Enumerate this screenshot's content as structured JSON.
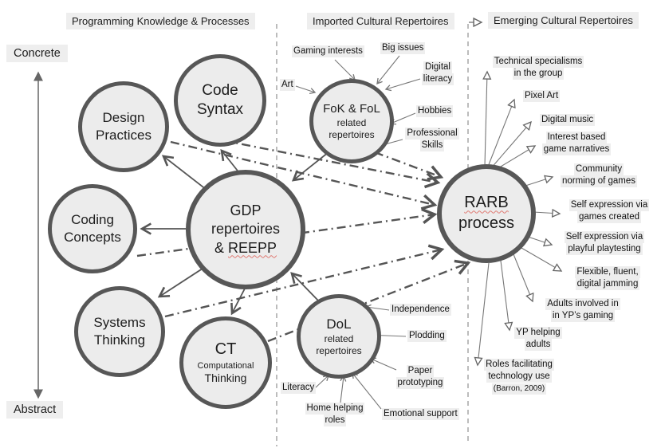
{
  "headers": {
    "col1": "Programming Knowledge & Processes",
    "col2": "Imported Cultural Repertoires",
    "col3": "Emerging Cultural Repertoires"
  },
  "axis": {
    "top": "Concrete",
    "bottom": "Abstract"
  },
  "nodes": {
    "design_practices": {
      "line1": "Design",
      "line2": "Practices"
    },
    "code_syntax": {
      "line1": "Code",
      "line2": "Syntax"
    },
    "coding_concepts": {
      "line1": "Coding",
      "line2": "Concepts"
    },
    "gdp": {
      "line1": "GDP",
      "line2": "repertoires",
      "line3_prefix": "& ",
      "line3_word": "REEPP"
    },
    "systems_thinking": {
      "line1": "Systems",
      "line2": "Thinking"
    },
    "ct": {
      "line1": "CT",
      "line2": "Computational",
      "line3": "Thinking"
    },
    "fok": {
      "line1": "FoK & FoL",
      "line2": "related",
      "line3": "repertoires"
    },
    "dol": {
      "line1": "DoL",
      "line2": "related",
      "line3": "repertoires"
    },
    "rarb": {
      "line1": "RARB",
      "line2": "process"
    }
  },
  "fok_labels": {
    "gaming": {
      "l1": "Gaming interests"
    },
    "big_issues": {
      "l1": "Big issues"
    },
    "digital_literacy": {
      "l1": "Digital",
      "l2": "literacy"
    },
    "art": {
      "l1": "Art"
    },
    "hobbies": {
      "l1": "Hobbies"
    },
    "professional": {
      "l1": "Professional",
      "l2": "Skills"
    }
  },
  "dol_labels": {
    "independence": {
      "l1": "Independence"
    },
    "plodding": {
      "l1": "Plodding"
    },
    "paper": {
      "l1": "Paper",
      "l2": "prototyping"
    },
    "emotional": {
      "l1": "Emotional support"
    },
    "home": {
      "l1": "Home helping",
      "l2": "roles"
    },
    "literacy": {
      "l1": "Literacy"
    }
  },
  "rarb_labels": {
    "technical": {
      "l1": "Technical specialisms",
      "l2": "in the group"
    },
    "pixel_art": {
      "l1": "Pixel Art"
    },
    "digital_music": {
      "l1": "Digital music"
    },
    "interest": {
      "l1": "Interest based",
      "l2": "game narratives"
    },
    "community": {
      "l1": "Community",
      "l2": "norming of games"
    },
    "self_games": {
      "l1": "Self expression via",
      "l2": "games created"
    },
    "self_play": {
      "l1": "Self expression via",
      "l2": "playful playtesting"
    },
    "flexible": {
      "l1": "Flexible, fluent,",
      "l2": "digital jamming"
    },
    "adults": {
      "l1": "Adults involved in",
      "l2": "in YP’s gaming"
    },
    "yp_helping": {
      "l1": "YP helping",
      "l2": "adults"
    },
    "roles": {
      "l1": "Roles facilitating",
      "l2": "technology use",
      "l3": "(Barron, 2009)"
    }
  },
  "colors": {
    "node_fill": "#ececec",
    "node_stroke": "#575757",
    "label_bg": "#eeeeee",
    "connector": "#555555",
    "divider": "#999999",
    "squiggle": "#e07a73"
  }
}
